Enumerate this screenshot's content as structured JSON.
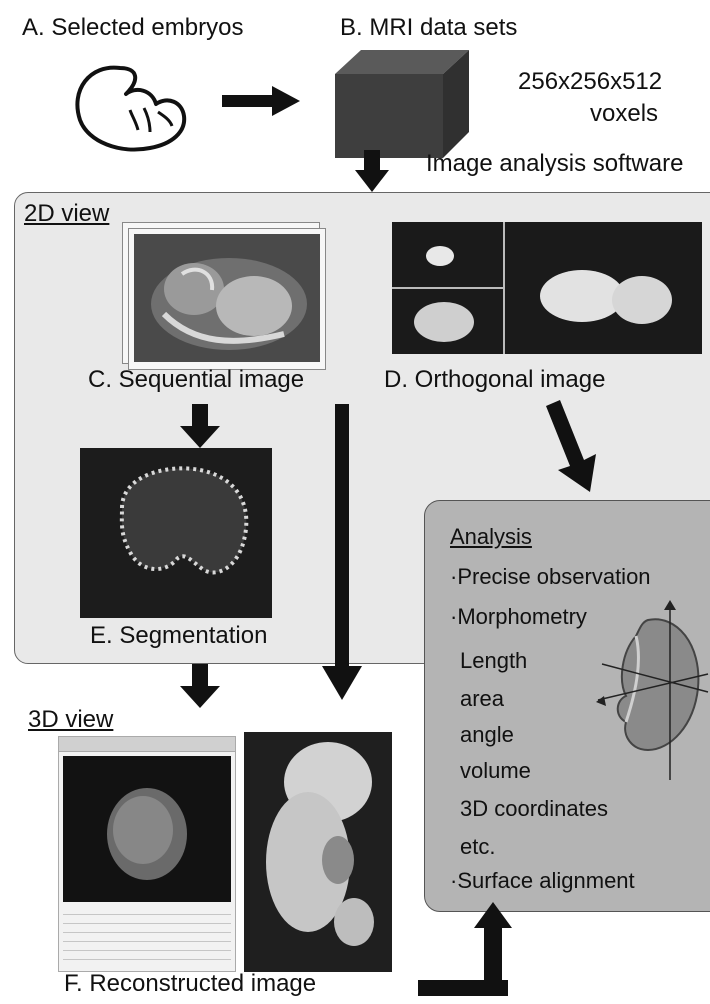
{
  "step_a": {
    "label": "A. Selected embryos"
  },
  "step_b": {
    "label": "B. MRI data sets",
    "voxels_line1": "256x256x512",
    "voxels_line2": "voxels"
  },
  "software": {
    "label": "Image analysis software"
  },
  "view_2d": {
    "title": "2D view",
    "sequential_label": "C. Sequential image",
    "orthogonal_label": "D. Orthogonal image",
    "segmentation_label": "E. Segmentation"
  },
  "view_3d": {
    "title": "3D view",
    "reconstructed_label": "F. Reconstructed image"
  },
  "analysis": {
    "title": "Analysis",
    "items": [
      "·Precise observation",
      "·Morphometry"
    ],
    "measures": [
      "Length",
      "area",
      "angle",
      "volume",
      "3D coordinates",
      "etc."
    ],
    "last_item": "·Surface alignment"
  },
  "colors": {
    "panel_2d": "#e9e9e9",
    "analysis_box": "#b4b4b4",
    "arrow": "#111111"
  },
  "icons": [
    "embryo-outline-icon",
    "mri-cube-icon",
    "arrow-icon"
  ]
}
